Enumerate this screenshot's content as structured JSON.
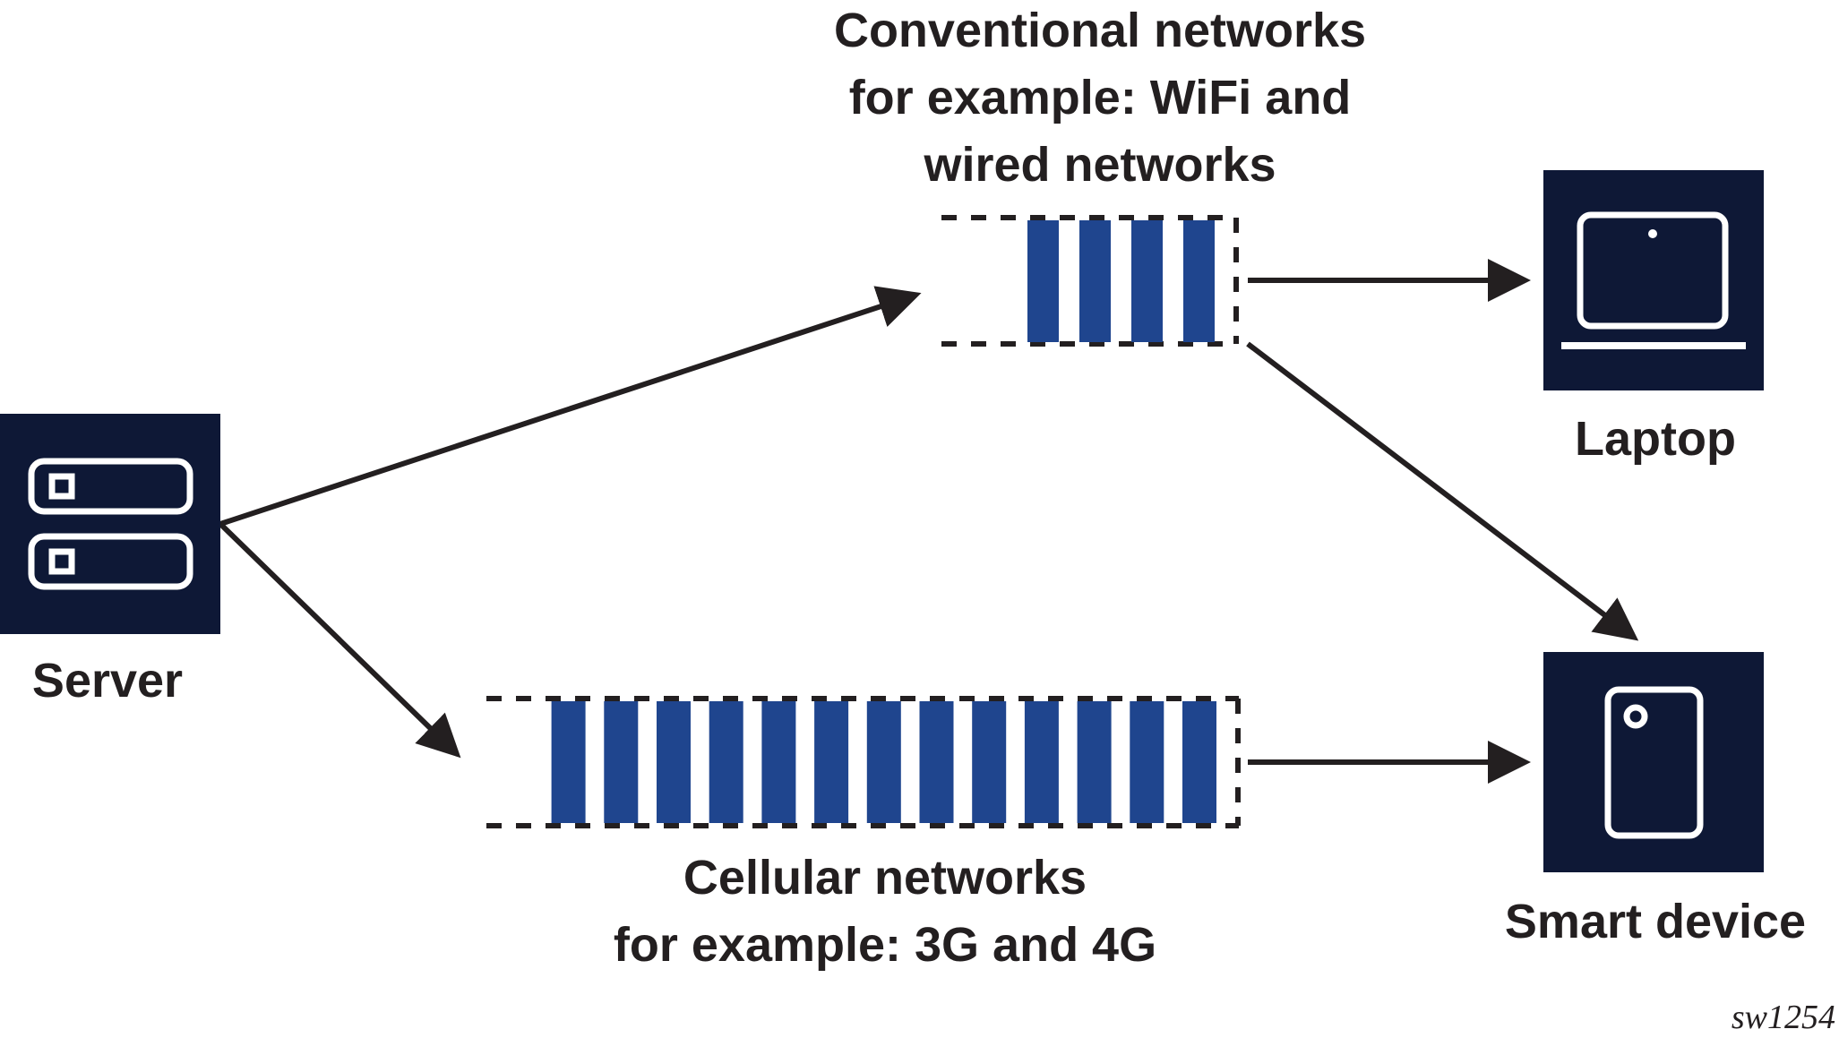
{
  "colors": {
    "node_fill": "#0e1836",
    "icon_stroke": "#ffffff",
    "packet_fill": "#1f458e",
    "line": "#231f20",
    "text": "#231f20"
  },
  "nodes": {
    "server": {
      "label": "Server",
      "icon": "server-icon"
    },
    "laptop": {
      "label": "Laptop",
      "icon": "laptop-icon"
    },
    "smart_device": {
      "label": "Smart device",
      "icon": "smartphone-icon"
    }
  },
  "queues": {
    "conventional": {
      "label_lines": [
        "Conventional networks",
        "for example: WiFi and",
        "wired networks"
      ],
      "packet_count": 4
    },
    "cellular": {
      "label_lines": [
        "Cellular networks",
        "for example: 3G and 4G"
      ],
      "packet_count": 13
    }
  },
  "edges": [
    {
      "from": "server",
      "to": "conventional-queue"
    },
    {
      "from": "server",
      "to": "cellular-queue"
    },
    {
      "from": "conventional-queue",
      "to": "laptop"
    },
    {
      "from": "conventional-queue",
      "to": "smart_device"
    },
    {
      "from": "cellular-queue",
      "to": "smart_device"
    }
  ],
  "figure_id": "sw1254"
}
